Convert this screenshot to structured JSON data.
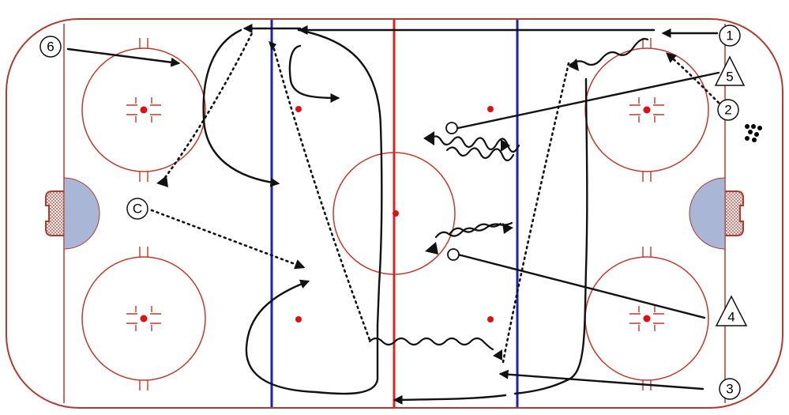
{
  "colors": {
    "boards": "#b03a2e",
    "circle": "#c0392b",
    "center_line": "#e02020",
    "blue_line": "#1a22b8",
    "crease": "#a9b6d6",
    "dot": "#e01010",
    "path": "#111111"
  },
  "markers": {
    "player_1": "1",
    "player_2": "2",
    "player_3": "3",
    "player_4": "4",
    "player_5": "5",
    "player_6": "6",
    "coach": "C"
  },
  "icons": {
    "puck_pile": "puck-pile-icon",
    "net": "goal-net-icon"
  }
}
